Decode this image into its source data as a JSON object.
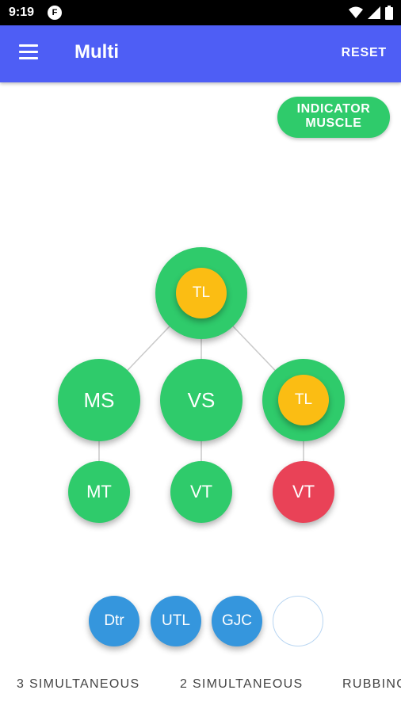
{
  "status_bar": {
    "time": "9:19",
    "app_icon": "F"
  },
  "app_bar": {
    "title": "Multi",
    "reset_label": "RESET",
    "menu_icon": "hamburger-menu-icon"
  },
  "indicator": {
    "line1": "INDICATOR",
    "line2": "MUSCLE"
  },
  "tree": {
    "root": {
      "outer_label": "",
      "inner_label": "TL"
    },
    "level1": [
      {
        "label": "MS"
      },
      {
        "label": "VS"
      },
      {
        "inner_label": "TL"
      }
    ],
    "level2": [
      {
        "label": "MT",
        "color": "#2fcb6b"
      },
      {
        "label": "VT",
        "color": "#2fcb6b"
      },
      {
        "label": "VT",
        "color": "#e94257"
      }
    ]
  },
  "chips": [
    {
      "label": "Dtr"
    },
    {
      "label": "UTL"
    },
    {
      "label": "GJC"
    }
  ],
  "tabs": [
    {
      "label": "3 SIMULTANEOUS"
    },
    {
      "label": "2 SIMULTANEOUS"
    },
    {
      "label": "RUBBING"
    }
  ],
  "colors": {
    "primary": "#4e5ef5",
    "green": "#2fcb6b",
    "yellow": "#fbbd13",
    "red": "#e94257",
    "blue": "#3596dd"
  }
}
